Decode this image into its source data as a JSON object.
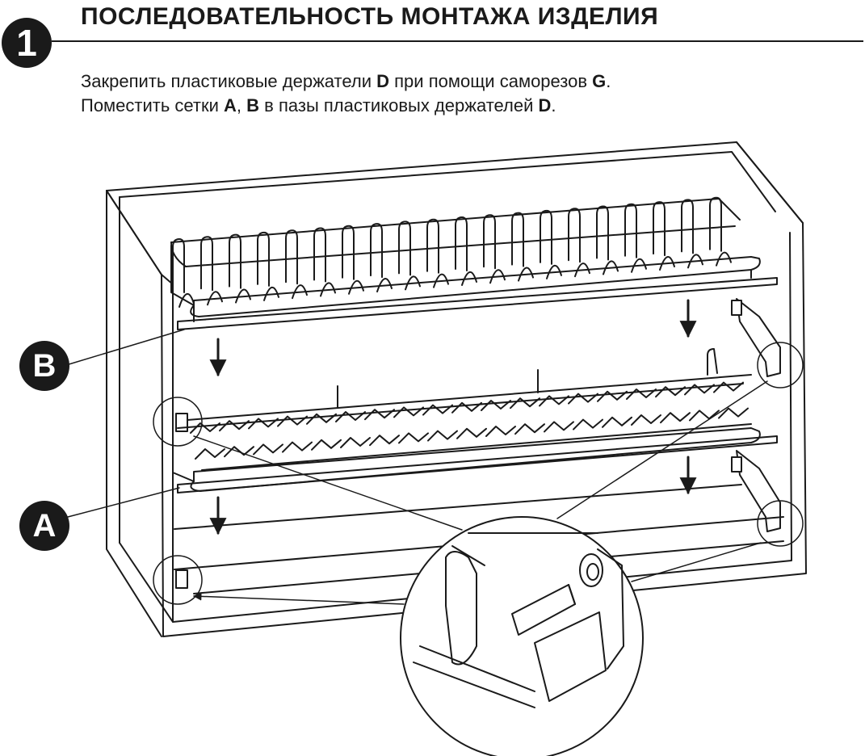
{
  "header": {
    "step_number": "1",
    "title": "ПОСЛЕДОВАТЕЛЬНОСТЬ МОНТАЖА ИЗДЕЛИЯ"
  },
  "instructions": {
    "line1": {
      "t1": "Закрепить пластиковые держатели ",
      "b1": "D",
      "t2": " при помощи саморезов ",
      "b2": "G",
      "t3": "."
    },
    "line2": {
      "t1": "Поместить сетки ",
      "b1": "A",
      "t2": ", ",
      "b2": "B",
      "t3": " в пазы пластиковых держателей ",
      "b3": "D",
      "t4": "."
    }
  },
  "labels": {
    "upper_rack": "B",
    "lower_rack": "A"
  }
}
